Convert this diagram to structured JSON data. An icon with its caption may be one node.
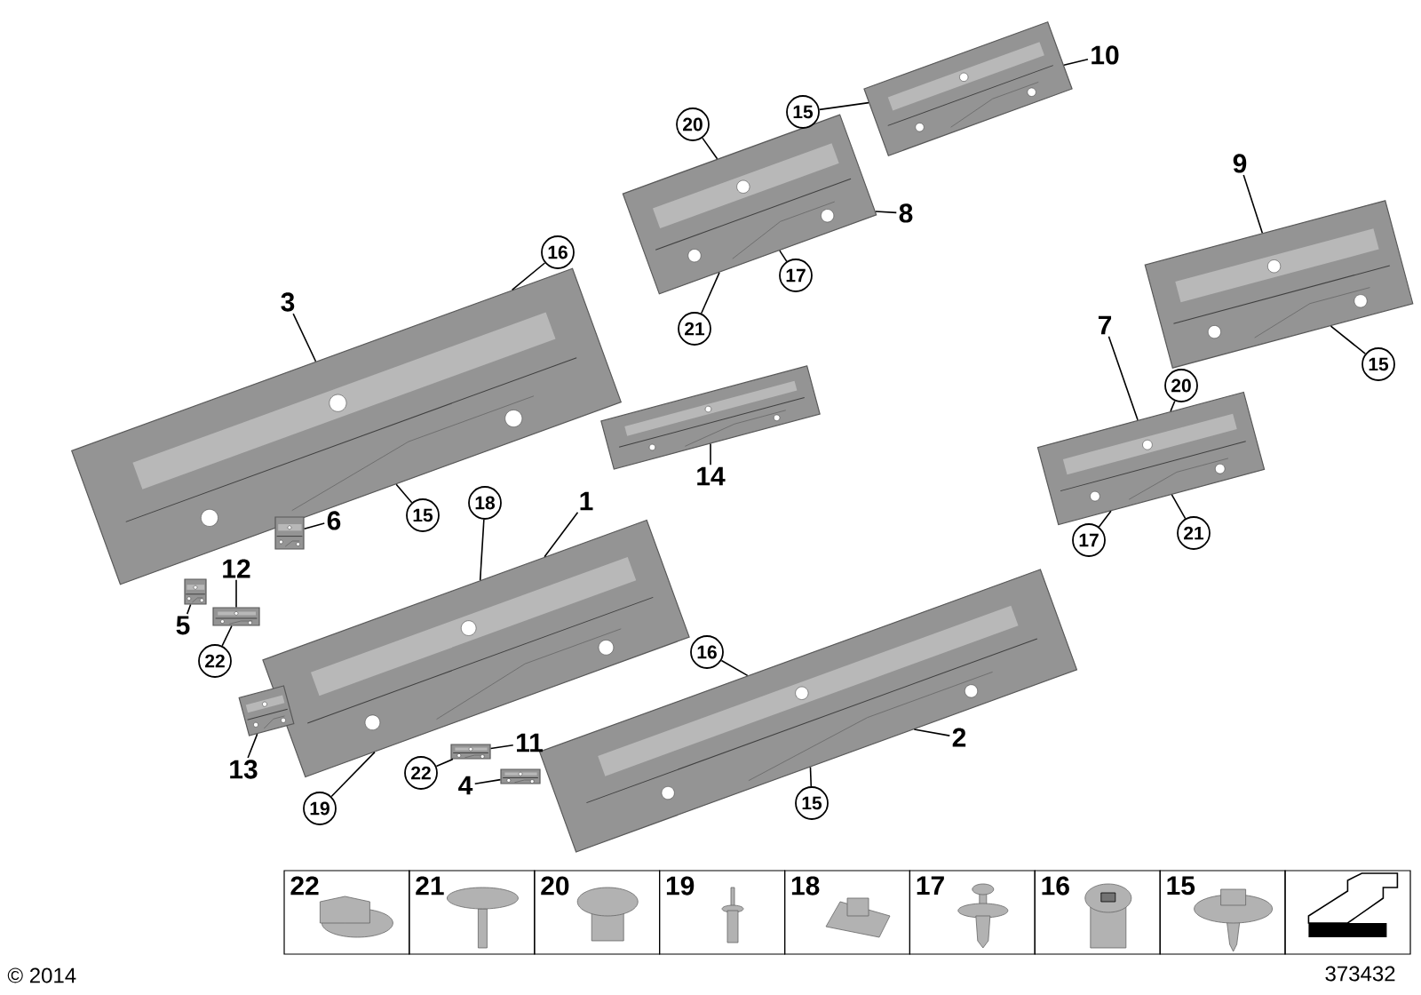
{
  "diagram": {
    "nodes": [
      {
        "text": [],
        "shape": "picture"
      },
      {
        "text": [],
        "shape": "picture"
      },
      {
        "text": [],
        "shape": "picture"
      },
      {
        "text": [],
        "shape": "picture"
      },
      {
        "text": [],
        "shape": "picture"
      },
      {
        "text": [],
        "shape": "picture"
      },
      {
        "text": [],
        "shape": "picture"
      },
      {
        "text": [],
        "shape": "picture"
      },
      {
        "text": [],
        "shape": "picture"
      },
      {
        "text": [],
        "shape": "picture"
      },
      {
        "text": [],
        "shape": "picture"
      },
      {
        "text": [],
        "shape": "picture"
      },
      {
        "text": [],
        "shape": "picture"
      },
      {
        "text": [],
        "shape": "picture"
      },
      {
        "text": [
          "10"
        ]
      },
      {
        "text": [
          "15"
        ]
      },
      {
        "text": [
          "20"
        ]
      },
      {
        "text": [
          "9"
        ]
      },
      {
        "text": [
          "8"
        ]
      },
      {
        "text": [
          "16"
        ]
      },
      {
        "text": [
          "17"
        ]
      },
      {
        "text": [
          "3"
        ]
      },
      {
        "text": [
          "7"
        ]
      },
      {
        "text": [
          "21"
        ]
      },
      {
        "text": [
          "15"
        ]
      },
      {
        "text": [
          "20"
        ]
      },
      {
        "text": [
          "15"
        ]
      },
      {
        "text": [
          "14"
        ]
      },
      {
        "text": [
          "21"
        ]
      },
      {
        "text": [
          "18"
        ]
      },
      {
        "text": [
          "1"
        ]
      },
      {
        "text": [
          "6"
        ]
      },
      {
        "text": [
          "17"
        ]
      },
      {
        "text": [
          "12"
        ]
      },
      {
        "text": [
          "5"
        ]
      },
      {
        "text": [
          "16"
        ]
      },
      {
        "text": [
          "22"
        ]
      },
      {
        "text": [
          "2"
        ]
      },
      {
        "text": [
          "11"
        ]
      },
      {
        "text": [
          "19"
        ]
      },
      {
        "text": [
          "13"
        ]
      },
      {
        "text": [
          "22"
        ]
      },
      {
        "text": [
          "4"
        ]
      },
      {
        "text": [
          "15"
        ]
      }
    ],
    "edges": [
      {
        "from": 14,
        "to": 0,
        "arrow": "none"
      },
      {
        "from": 15,
        "to": 0,
        "arrow": "none"
      },
      {
        "from": 16,
        "to": 1,
        "arrow": "none"
      },
      {
        "from": 17,
        "to": 2,
        "arrow": "none"
      },
      {
        "from": 18,
        "to": 1,
        "arrow": "none"
      },
      {
        "from": 19,
        "to": 4,
        "arrow": "none"
      },
      {
        "from": 20,
        "to": 1,
        "arrow": "none"
      },
      {
        "from": 21,
        "to": 4,
        "arrow": "none"
      },
      {
        "from": 22,
        "to": 5,
        "arrow": "none"
      },
      {
        "from": 23,
        "to": 1,
        "arrow": "none"
      },
      {
        "from": 24,
        "to": 2,
        "arrow": "none"
      },
      {
        "from": 25,
        "to": 5,
        "arrow": "none"
      },
      {
        "from": 26,
        "to": 4,
        "arrow": "none"
      },
      {
        "from": 27,
        "to": 3,
        "arrow": "none"
      },
      {
        "from": 28,
        "to": 5,
        "arrow": "none"
      },
      {
        "from": 29,
        "to": 9,
        "arrow": "none"
      },
      {
        "from": 30,
        "to": 9,
        "arrow": "none"
      },
      {
        "from": 31,
        "to": 6,
        "arrow": "none"
      },
      {
        "from": 32,
        "to": 5,
        "arrow": "none"
      },
      {
        "from": 33,
        "to": 7,
        "arrow": "none"
      },
      {
        "from": 34,
        "to": 8,
        "arrow": "none"
      },
      {
        "from": 35,
        "to": 12,
        "arrow": "none"
      },
      {
        "from": 36,
        "to": 7,
        "arrow": "none"
      },
      {
        "from": 37,
        "to": 12,
        "arrow": "none"
      },
      {
        "from": 38,
        "to": 11,
        "arrow": "none"
      },
      {
        "from": 39,
        "to": 9,
        "arrow": "none"
      },
      {
        "from": 40,
        "to": 13,
        "arrow": "none"
      },
      {
        "from": 41,
        "to": 11,
        "arrow": "none"
      },
      {
        "from": 42,
        "to": 10,
        "arrow": "none"
      },
      {
        "from": 43,
        "to": 12,
        "arrow": "none"
      }
    ],
    "labels": [
      "22",
      "21",
      "20",
      "19",
      "18",
      "17",
      "16",
      "15",
      "© 2014",
      "373432"
    ]
  }
}
